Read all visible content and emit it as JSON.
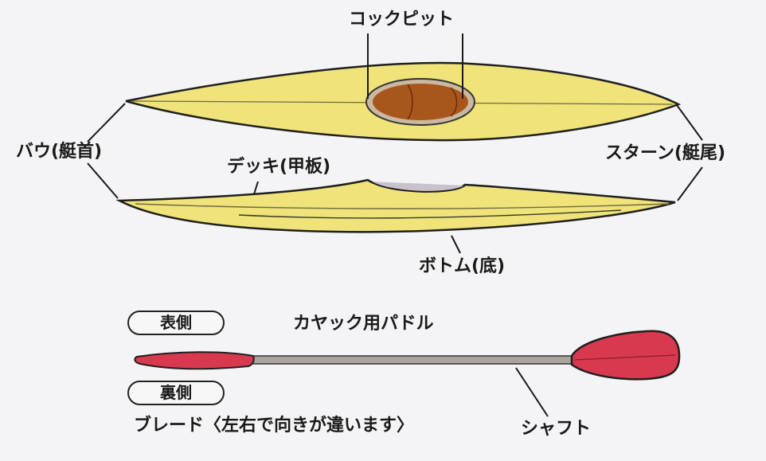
{
  "colors": {
    "background": "#f4f4f6",
    "hull": "#efe37a",
    "cockpit": "#a9561d",
    "blade": "#d8394f",
    "shaft": "#a9a49c",
    "outline": "#1f1f1f"
  },
  "labels": {
    "cockpit": "コックピット",
    "bow": "バウ(艇首)",
    "stern": "スターン(艇尾)",
    "deck": "デッキ(甲板)",
    "bottom": "ボトム(底)",
    "front_side": "表側",
    "back_side": "裏側",
    "paddle_title": "カヤック用パドル",
    "blade_note": "ブレード〈左右で向きが違います〉",
    "shaft": "シャフト"
  }
}
